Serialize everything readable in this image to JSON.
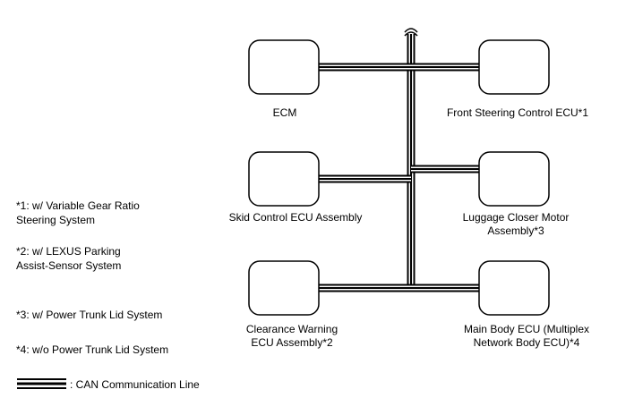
{
  "ecus": [
    {
      "id": "ecm",
      "lines": [
        "ECM"
      ]
    },
    {
      "id": "front-steering",
      "lines": [
        "Front Steering Control ECU*1"
      ]
    },
    {
      "id": "skid-control",
      "lines": [
        "Skid Control ECU Assembly"
      ]
    },
    {
      "id": "luggage-closer",
      "lines": [
        "Luggage Closer Motor",
        "Assembly*3"
      ]
    },
    {
      "id": "clearance-warning",
      "lines": [
        "Clearance Warning",
        "ECU Assembly*2"
      ]
    },
    {
      "id": "main-body",
      "lines": [
        "Main Body ECU (Multiplex",
        "Network Body ECU)*4"
      ]
    }
  ],
  "notes": [
    {
      "lines": [
        "*1: w/ Variable Gear Ratio",
        "Steering System"
      ]
    },
    {
      "lines": [
        "*2: w/ LEXUS Parking",
        "Assist-Sensor System"
      ]
    },
    {
      "lines": [
        "*3: w/ Power Trunk Lid System"
      ]
    },
    {
      "lines": [
        "*4: w/o Power Trunk Lid System"
      ]
    }
  ],
  "legend": {
    "label": ": CAN Communication Line"
  }
}
